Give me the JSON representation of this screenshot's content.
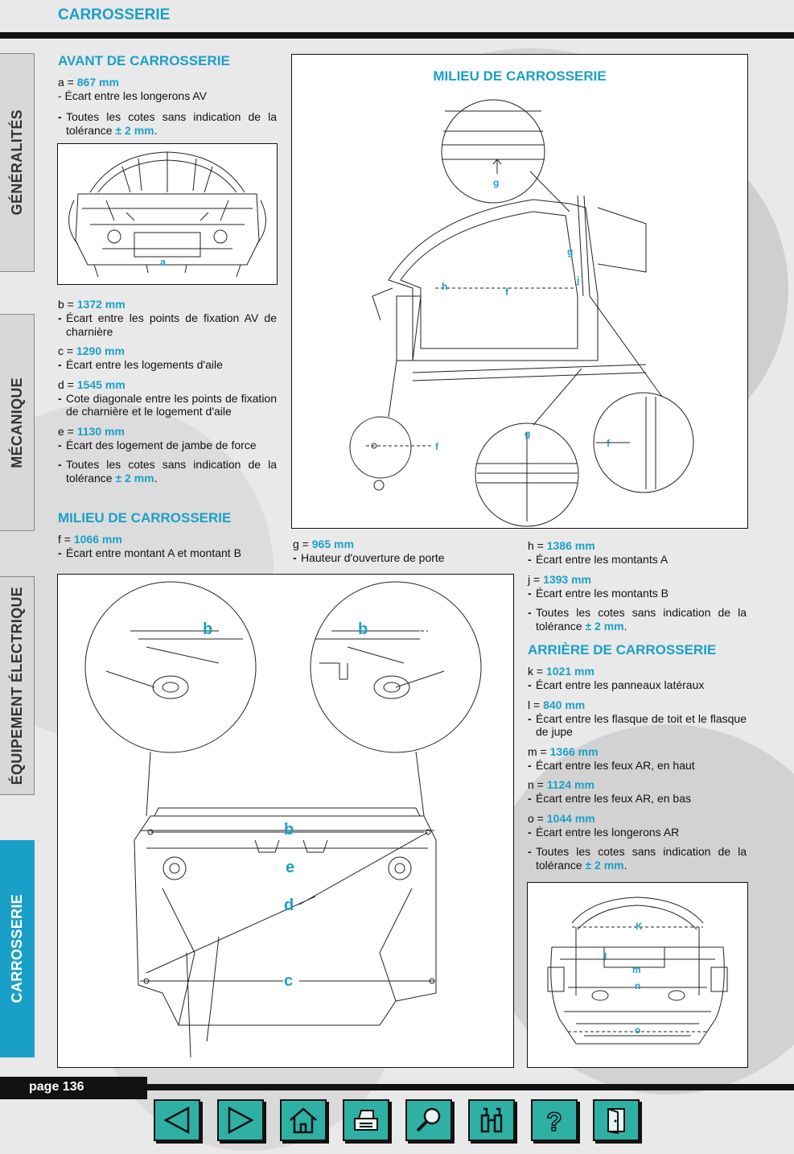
{
  "header": {
    "title": "CARROSSERIE"
  },
  "sidebar": {
    "tabs": [
      {
        "label": "GÉNÉRALITÉS",
        "active": false
      },
      {
        "label": "MÉCANIQUE",
        "active": false
      },
      {
        "label": "ÉQUIPEMENT ÉLECTRIQUE",
        "active": false
      },
      {
        "label": "CARROSSERIE",
        "active": true
      }
    ]
  },
  "avant": {
    "title": "AVANT DE CARROSSERIE",
    "a_key": "a = ",
    "a_val": "867 mm",
    "a_desc": "- Écart entre les longerons AV",
    "tol_pre": "Toutes les cotes sans indication de la tolérance ",
    "tol_val": "± 2 mm",
    "tol_post": ".",
    "diagram_label": "a",
    "b_key": "b = ",
    "b_val": "1372 mm",
    "b_desc": "Écart entre les points de fixation AV de charnière",
    "c_key": "c = ",
    "c_val": "1290 mm",
    "c_desc": "Écart entre les logements d'aile",
    "d_key": "d = ",
    "d_val": "1545 mm",
    "d_desc": "Cote diagonale entre les points de fixation de charnière et le logement d'aile",
    "e_key": "e = ",
    "e_val": "1130 mm",
    "e_desc": "Écart des logement de jambe de force",
    "tol2_pre": "Toutes les cotes sans indication de la tolérance ",
    "tol2_val": "± 2 mm",
    "tol2_post": "."
  },
  "milieu": {
    "title": "MILIEU DE CARROSSERIE",
    "diagram_title": "MILIEU DE CARROSSERIE",
    "f_key": "f = ",
    "f_val": "1066 mm",
    "f_desc": "Écart entre montant A et montant B",
    "g_key": "g = ",
    "g_val": "965 mm",
    "g_desc": "Hauteur d'ouverture de porte",
    "h_key": "h = ",
    "h_val": "1386 mm",
    "h_desc": "Écart entre les montants A",
    "j_key": "j = ",
    "j_val": "1393 mm",
    "j_desc": "Écart entre les montants B",
    "tol_pre": "Toutes les cotes sans indication de la tolérance ",
    "tol_val": "± 2 mm",
    "tol_post": ".",
    "labels": {
      "g": "g",
      "h": "h",
      "f": "f",
      "j": "j"
    }
  },
  "arriere": {
    "title": "ARRIÈRE DE CARROSSERIE",
    "k_key": "k = ",
    "k_val": "1021 mm",
    "k_desc": "Écart entre les panneaux latéraux",
    "l_key": "l = ",
    "l_val": "840 mm",
    "l_desc": "Écart entre les flasque de toit et le flasque de jupe",
    "m_key": "m = ",
    "m_val": "1366 mm",
    "m_desc": "Écart entre les feux AR, en haut",
    "n_key": "n = ",
    "n_val": "1124 mm",
    "n_desc": "Écart entre les feux AR, en bas",
    "o_key": "o = ",
    "o_val": "1044 mm",
    "o_desc": "Écart entre les longerons AR",
    "tol_pre": "Toutes les cotes sans indication de la tolérance ",
    "tol_val": "± 2 mm",
    "tol_post": ".",
    "labels": {
      "k": "K",
      "l": "l",
      "m": "m",
      "n": "n",
      "o": "o"
    }
  },
  "underbody_labels": {
    "b": "b",
    "c": "c",
    "d": "d",
    "e": "e"
  },
  "footer": {
    "page": "page 136"
  },
  "nav": [
    "prev-icon",
    "next-icon",
    "home-icon",
    "print-icon",
    "search-icon",
    "binoculars-icon",
    "help-icon",
    "exit-icon"
  ],
  "colors": {
    "accent": "#1aa0c8",
    "nav": "#2fb0a4"
  }
}
